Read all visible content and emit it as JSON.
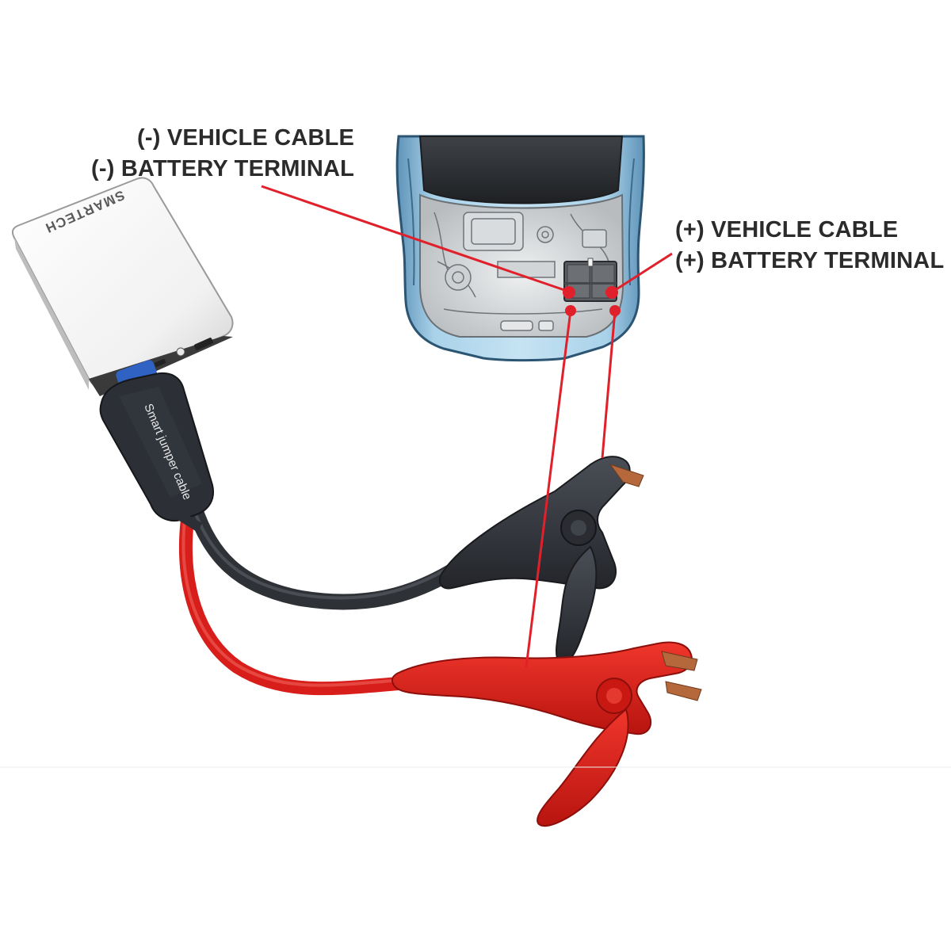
{
  "callouts": {
    "negative": {
      "line1": "(-) VEHICLE CABLE",
      "line2": "(-) BATTERY TERMINAL"
    },
    "positive": {
      "line1": "(+) VEHICLE CABLE",
      "line2": "(+) BATTERY TERMINAL"
    }
  },
  "device": {
    "brand": "SMARTECH",
    "module_label": "Smart jumper cable"
  },
  "colors": {
    "callout_line": "#e0202a",
    "clamp_positive": "#e3241d",
    "clamp_negative": "#3a3d44",
    "car_body": "#9fc9e3",
    "label_text": "#2b2b2b"
  }
}
